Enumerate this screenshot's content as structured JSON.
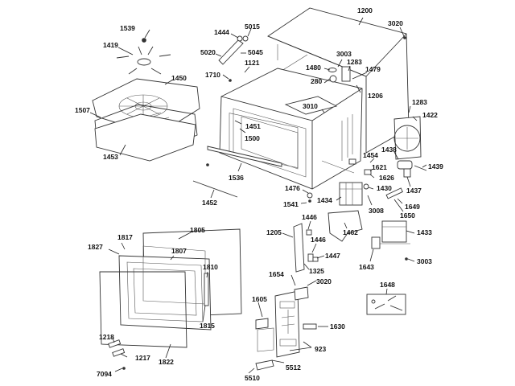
{
  "title": "Microwave oven exploded parts diagram",
  "callouts": [
    {
      "id": "c1539",
      "label": "1539"
    },
    {
      "id": "c1419",
      "label": "1419"
    },
    {
      "id": "c1450",
      "label": "1450"
    },
    {
      "id": "c1507",
      "label": "1507"
    },
    {
      "id": "c1453",
      "label": "1453"
    },
    {
      "id": "c1444",
      "label": "1444"
    },
    {
      "id": "c5015",
      "label": "5015"
    },
    {
      "id": "c5020",
      "label": "5020"
    },
    {
      "id": "c5045",
      "label": "5045"
    },
    {
      "id": "c1121",
      "label": "1121"
    },
    {
      "id": "c1710",
      "label": "1710"
    },
    {
      "id": "c1200",
      "label": "1200"
    },
    {
      "id": "c3020a",
      "label": "3020"
    },
    {
      "id": "c3003a",
      "label": "3003"
    },
    {
      "id": "c1283a",
      "label": "1283"
    },
    {
      "id": "c1480",
      "label": "1480"
    },
    {
      "id": "c1479",
      "label": "1479"
    },
    {
      "id": "c280",
      "label": "280"
    },
    {
      "id": "c1206",
      "label": "1206"
    },
    {
      "id": "c3010",
      "label": "3010"
    },
    {
      "id": "c1451",
      "label": "1451"
    },
    {
      "id": "c1500",
      "label": "1500"
    },
    {
      "id": "c1283b",
      "label": "1283"
    },
    {
      "id": "c1422",
      "label": "1422"
    },
    {
      "id": "c1438",
      "label": "1438"
    },
    {
      "id": "c1439",
      "label": "1439"
    },
    {
      "id": "c1437",
      "label": "1437"
    },
    {
      "id": "c1454",
      "label": "1454"
    },
    {
      "id": "c1621",
      "label": "1621"
    },
    {
      "id": "c1626",
      "label": "1626"
    },
    {
      "id": "c1430",
      "label": "1430"
    },
    {
      "id": "c3008",
      "label": "3008"
    },
    {
      "id": "c1649",
      "label": "1649"
    },
    {
      "id": "c1650",
      "label": "1650"
    },
    {
      "id": "c1536",
      "label": "1536"
    },
    {
      "id": "c1452",
      "label": "1452"
    },
    {
      "id": "c1476",
      "label": "1476"
    },
    {
      "id": "c1434",
      "label": "1434"
    },
    {
      "id": "c1541",
      "label": "1541"
    },
    {
      "id": "c1446a",
      "label": "1446"
    },
    {
      "id": "c1205",
      "label": "1205"
    },
    {
      "id": "c1462",
      "label": "1462"
    },
    {
      "id": "c1446b",
      "label": "1446"
    },
    {
      "id": "c1447",
      "label": "1447"
    },
    {
      "id": "c1325",
      "label": "1325"
    },
    {
      "id": "c1433",
      "label": "1433"
    },
    {
      "id": "c1643",
      "label": "1643"
    },
    {
      "id": "c3003b",
      "label": "3003"
    },
    {
      "id": "c1805",
      "label": "1805"
    },
    {
      "id": "c1817",
      "label": "1817"
    },
    {
      "id": "c1827",
      "label": "1827"
    },
    {
      "id": "c1807",
      "label": "1807"
    },
    {
      "id": "c1810",
      "label": "1810"
    },
    {
      "id": "c1815",
      "label": "1815"
    },
    {
      "id": "c1218",
      "label": "1218"
    },
    {
      "id": "c1217",
      "label": "1217"
    },
    {
      "id": "c1822",
      "label": "1822"
    },
    {
      "id": "c7094",
      "label": "7094"
    },
    {
      "id": "c1654",
      "label": "1654"
    },
    {
      "id": "c3020b",
      "label": "3020"
    },
    {
      "id": "c1605",
      "label": "1605"
    },
    {
      "id": "c1630",
      "label": "1630"
    },
    {
      "id": "c923",
      "label": "923"
    },
    {
      "id": "c5512",
      "label": "5512"
    },
    {
      "id": "c5510",
      "label": "5510"
    },
    {
      "id": "c1648",
      "label": "1648"
    }
  ]
}
